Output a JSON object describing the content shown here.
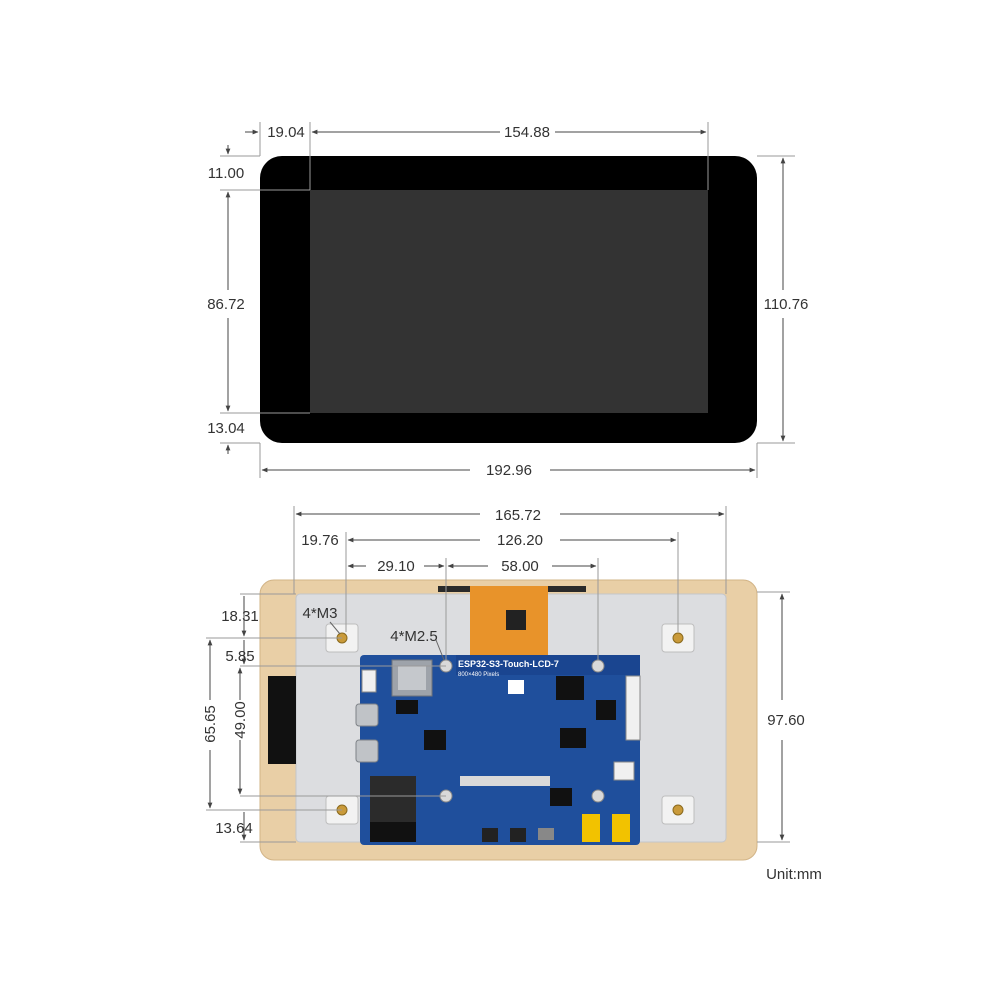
{
  "front_view": {
    "labels": {
      "left_bezel_width": "19.04",
      "active_width": "154.88",
      "top_bezel": "11.00",
      "active_height": "86.72",
      "bottom_bezel": "13.04",
      "total_height": "110.76",
      "total_width": "192.96"
    }
  },
  "back_view": {
    "labels": {
      "hole_span_outer": "165.72",
      "left_hole_offset": "19.76",
      "m3_hole_span": "126.20",
      "m25_offset": "29.10",
      "m25_span": "58.00",
      "top_hole_offset": "18.31",
      "m3_callout": "4*M3",
      "m25_callout": "4*M2.5",
      "m25_top_offset": "5.85",
      "m3_vertical_span": "65.65",
      "m25_vertical_span": "49.00",
      "bottom_offset": "13.64",
      "total_height": "97.60"
    },
    "board": {
      "title": "ESP32-S3-Touch-LCD-7",
      "subtitle": "800×480 Pixels"
    }
  },
  "unit_label": "Unit:mm",
  "colors": {
    "bezel": "#000000",
    "screen": "#333333",
    "frame_wood": "#e9cfa6",
    "panel_back": "#dcdde0",
    "pcb": "#1f4f9c",
    "flex": "#e8932a"
  }
}
